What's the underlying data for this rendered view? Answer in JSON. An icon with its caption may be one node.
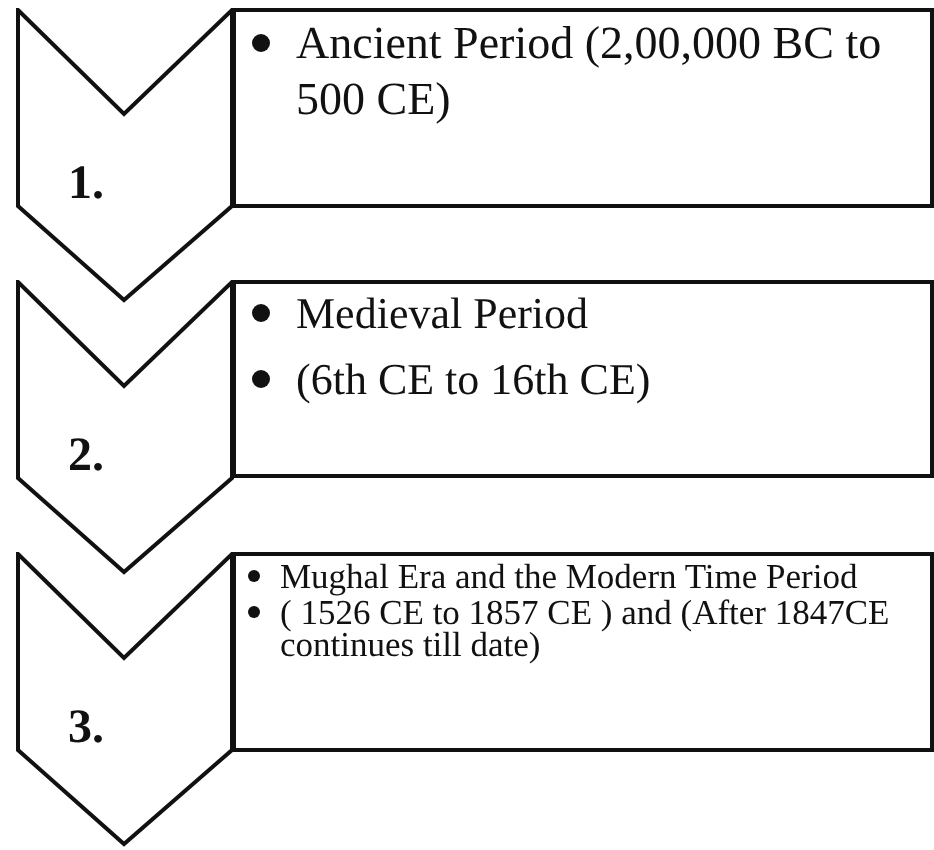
{
  "diagram": {
    "nodes": [
      {
        "text": [
          "1."
        ]
      },
      {
        "text": [
          "Ancient Period (2,00,000 BC to 500 CE)"
        ]
      },
      {
        "text": [
          "2."
        ]
      },
      {
        "text": [
          "Medieval Period",
          "(6th CE to 16th CE)"
        ]
      },
      {
        "text": [
          "3."
        ]
      },
      {
        "text": [
          "Mughal Era and the Modern Time Period",
          "( 1526 CE to 1857 CE ) and (After 1847CE continues till date)"
        ]
      }
    ]
  }
}
